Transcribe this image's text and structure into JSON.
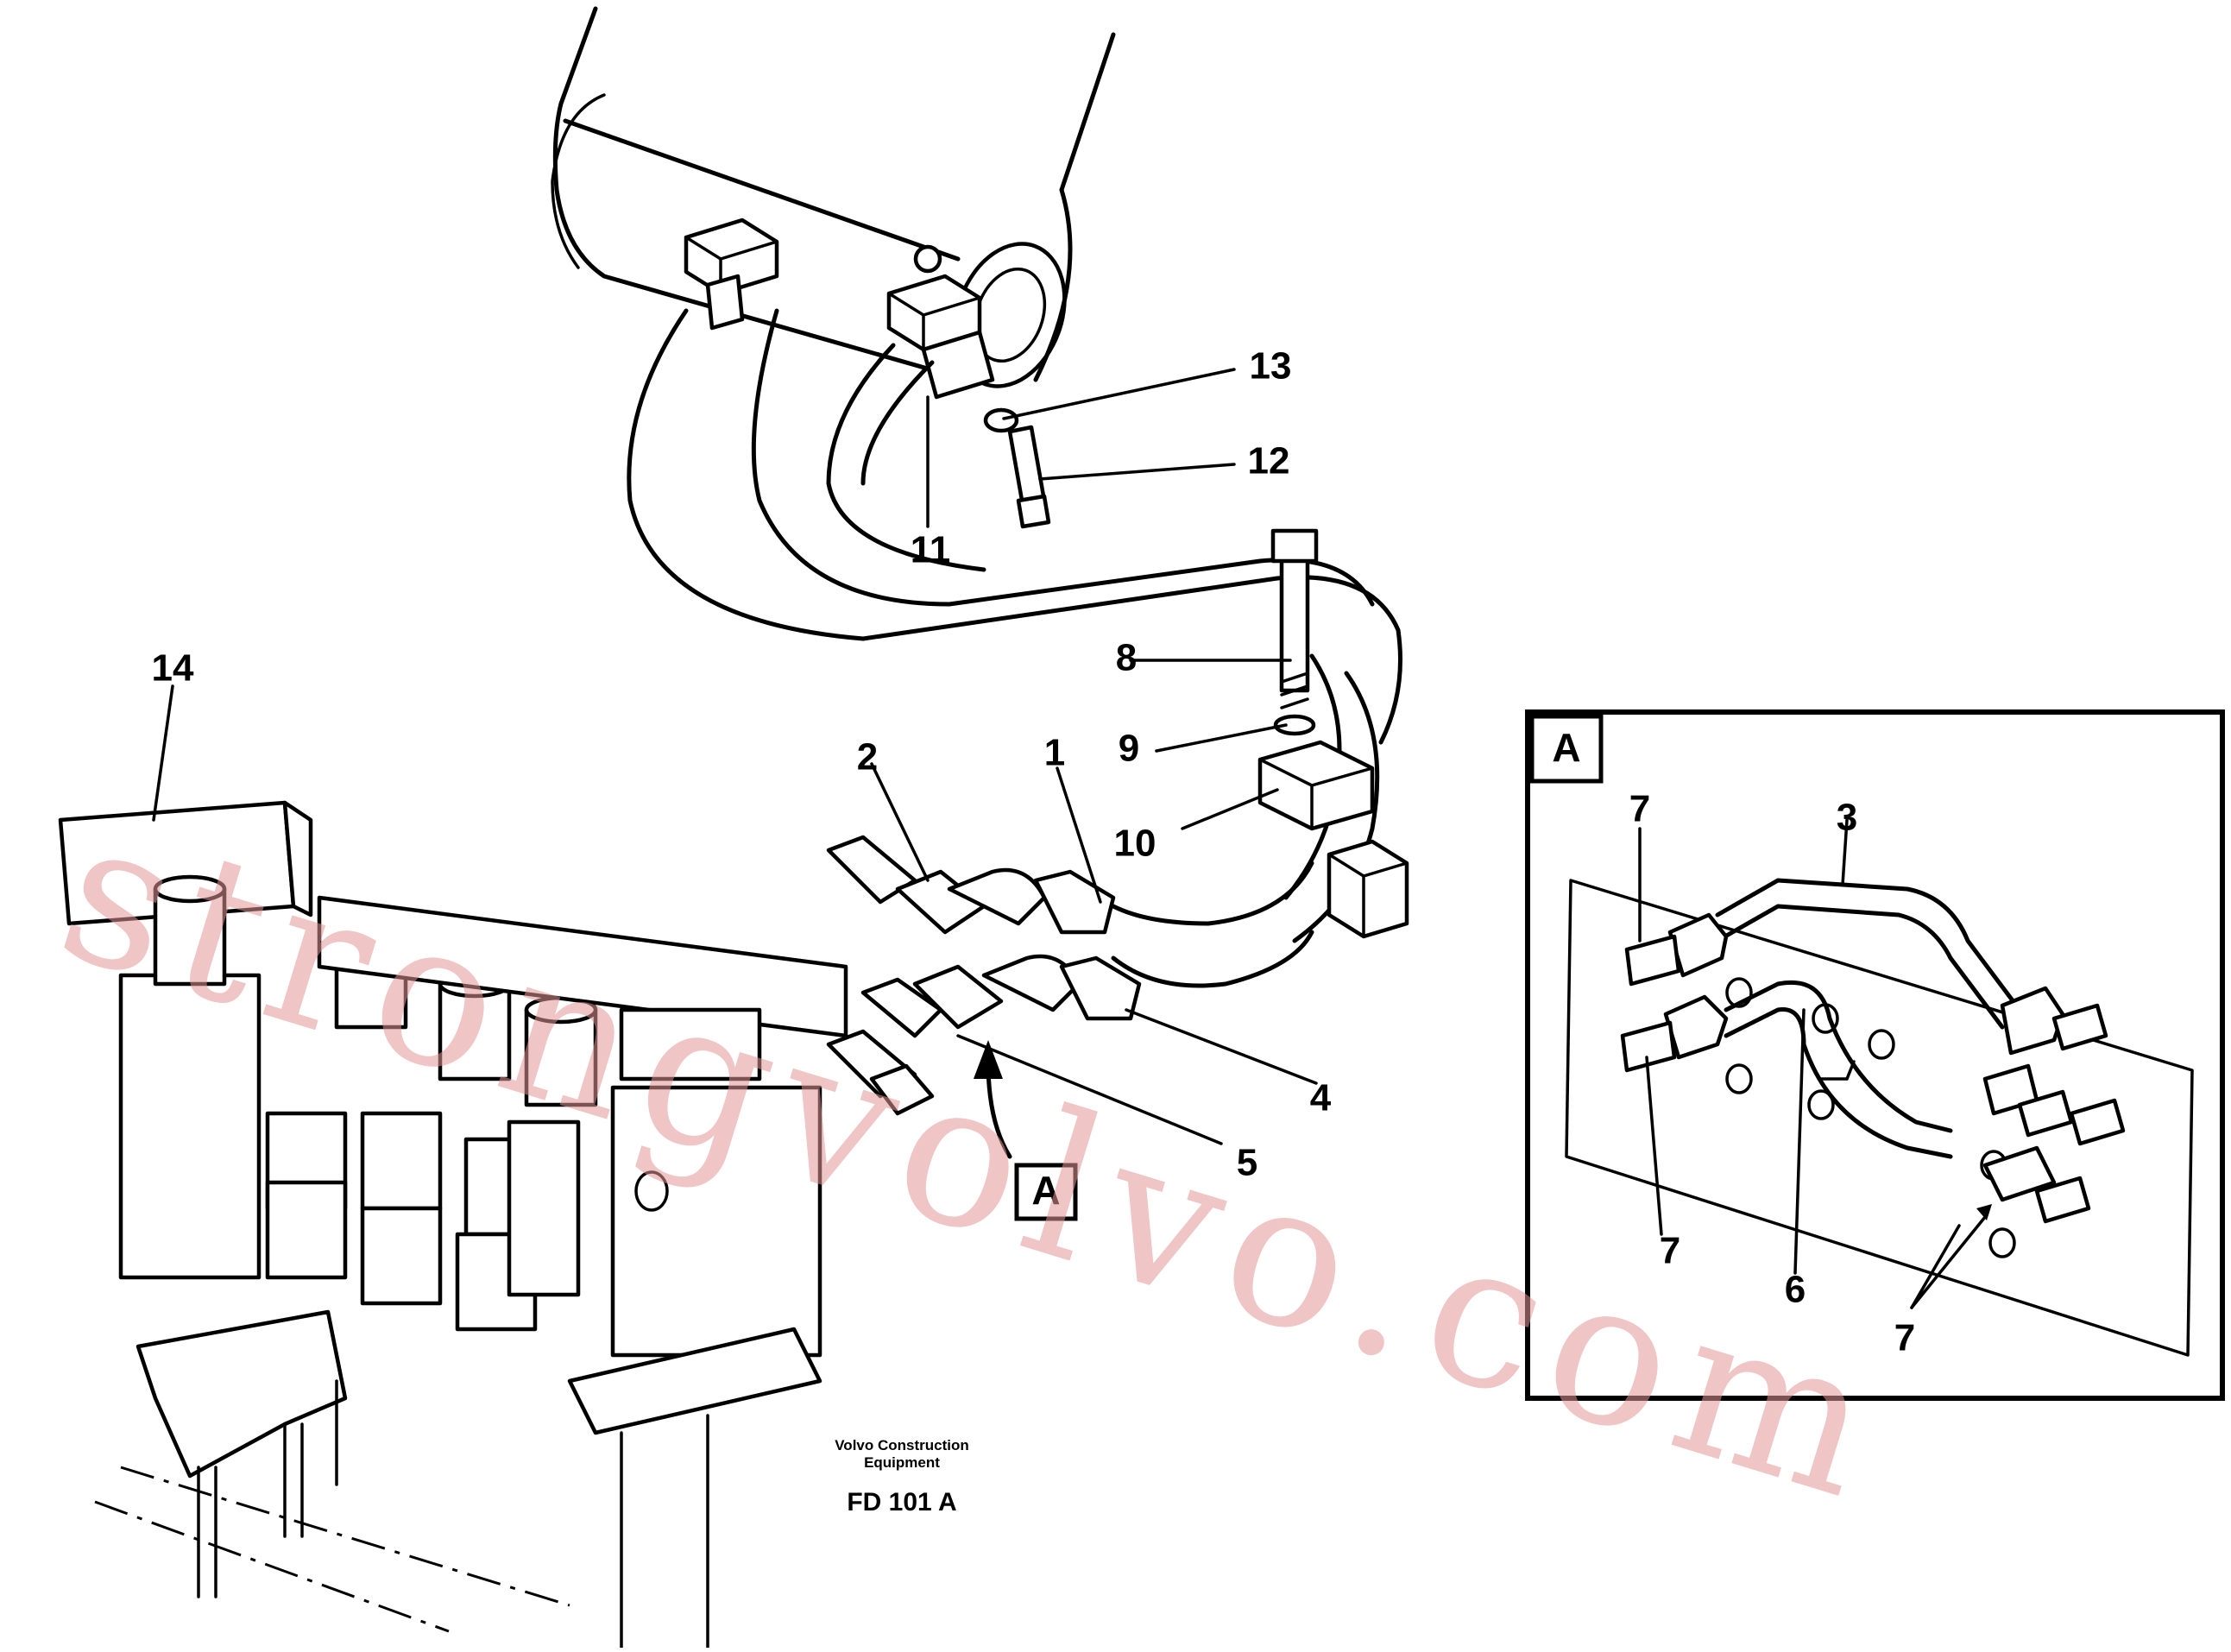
{
  "watermark": "strongvolvo.com",
  "callouts": [
    "1",
    "2",
    "4",
    "5",
    "8",
    "9",
    "10",
    "11",
    "12",
    "13",
    "14"
  ],
  "detail_view": {
    "label": "A",
    "callouts": [
      "3",
      "6",
      "7",
      "7",
      "7"
    ]
  },
  "view_marker": "A",
  "caption": {
    "line1": "Volvo Construction",
    "line2": "Equipment",
    "code": "FD 101 A"
  }
}
